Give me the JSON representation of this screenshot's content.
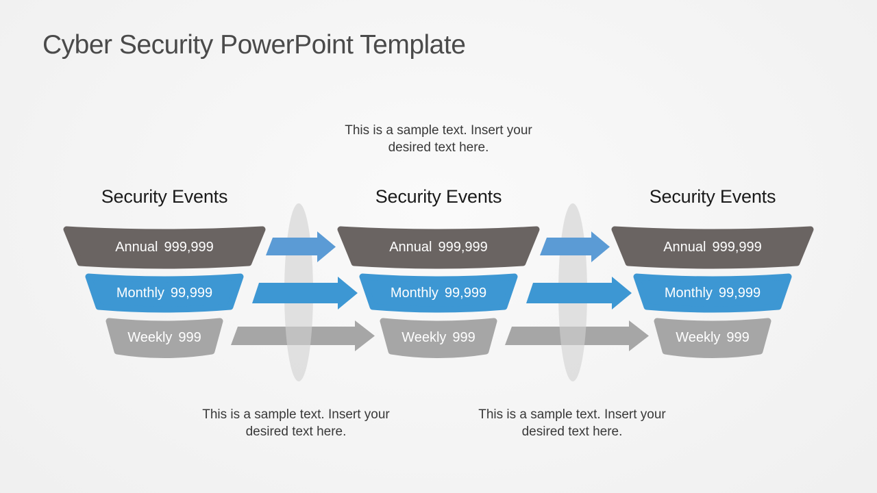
{
  "title": "Cyber Security PowerPoint Template",
  "captions": {
    "top": {
      "line1": "This is a sample text. Insert your",
      "line2": "desired text here."
    },
    "bottom_left": {
      "line1": "This is a sample text. Insert your",
      "line2": "desired text here."
    },
    "bottom_right": {
      "line1": "This is a sample text. Insert your",
      "line2": "desired text here."
    }
  },
  "funnels": [
    {
      "heading": "Security Events",
      "layers": [
        {
          "label": "Annual",
          "value": "999,999"
        },
        {
          "label": "Monthly",
          "value": "99,999"
        },
        {
          "label": "Weekly",
          "value": "999"
        }
      ]
    },
    {
      "heading": "Security Events",
      "layers": [
        {
          "label": "Annual",
          "value": "999,999"
        },
        {
          "label": "Monthly",
          "value": "99,999"
        },
        {
          "label": "Weekly",
          "value": "999"
        }
      ]
    },
    {
      "heading": "Security Events",
      "layers": [
        {
          "label": "Annual",
          "value": "999,999"
        },
        {
          "label": "Monthly",
          "value": "99,999"
        },
        {
          "label": "Weekly",
          "value": "999"
        }
      ]
    }
  ],
  "colors": {
    "background_center": "#fafafa",
    "background_edge": "#e3e3e3",
    "title_text": "#4a4a4a",
    "heading_text": "#1a1a1a",
    "caption_text": "#383838",
    "layer_text": "#ffffff",
    "funnel_dark": "#6a6462",
    "funnel_blue": "#3d97d3",
    "funnel_gray": "#a6a6a6",
    "arrow_light_blue": "#5b9bd5",
    "arrow_blue": "#3d97d3",
    "arrow_gray": "#a6a6a6",
    "ellipse": "#d2d2d2"
  }
}
